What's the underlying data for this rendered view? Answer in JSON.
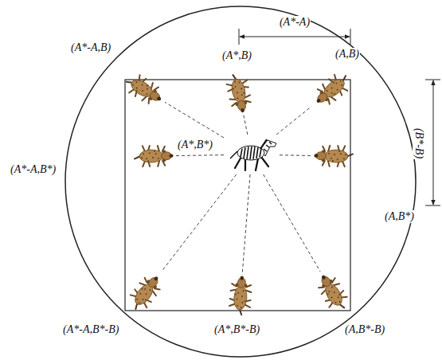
{
  "diagram": {
    "nodes": [
      {
        "text": [
          "(A*-A,B)"
        ]
      },
      {
        "text": [
          "(A*,B)"
        ]
      },
      {
        "text": [
          "(A,B)"
        ]
      },
      {
        "text": [
          "(A*-A,B*)"
        ]
      },
      {
        "text": [
          "(A*,B*)"
        ]
      },
      {
        "text": [
          "(A,B*)"
        ]
      },
      {
        "text": [
          "(A*-A,B*-B)"
        ]
      },
      {
        "text": [
          "(A*,B*-B)"
        ]
      },
      {
        "text": [
          "(A,B*-B)"
        ]
      }
    ],
    "edges": [
      {
        "from": 4,
        "to": 0,
        "arrow": "none"
      },
      {
        "from": 4,
        "to": 1,
        "arrow": "none"
      },
      {
        "from": 4,
        "to": 2,
        "arrow": "none"
      },
      {
        "from": 4,
        "to": 3,
        "arrow": "none"
      },
      {
        "from": 4,
        "to": 5,
        "arrow": "none"
      },
      {
        "from": 4,
        "to": 6,
        "arrow": "none"
      },
      {
        "from": 4,
        "to": 7,
        "arrow": "none"
      },
      {
        "from": 4,
        "to": 8,
        "arrow": "none"
      }
    ],
    "labels": [
      "(A*-A)",
      "(B*-B)"
    ]
  }
}
